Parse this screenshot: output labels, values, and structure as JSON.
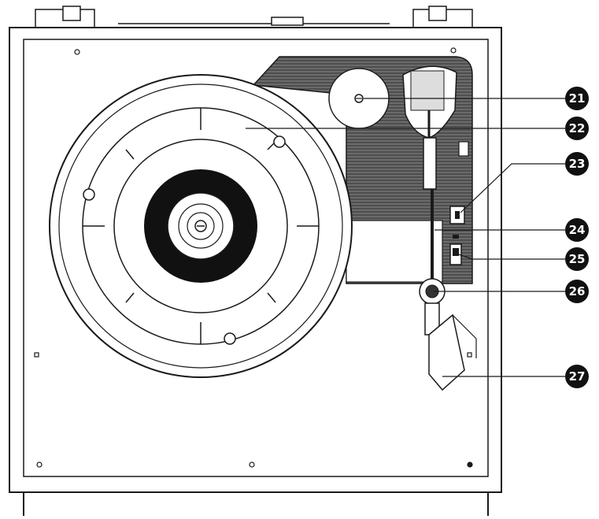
{
  "diagram": {
    "subject": "turntable-top-view",
    "colors": {
      "line": "#1a1a1a",
      "hatch_fill": "#5a5a5a",
      "record_label": "#111111",
      "callout_bg": "#111111",
      "callout_text": "#ffffff",
      "background": "#ffffff"
    },
    "callouts": [
      {
        "number": "21",
        "part": "tonearm-counterweight"
      },
      {
        "number": "22",
        "part": "platter"
      },
      {
        "number": "23",
        "part": "speed-selector-switch"
      },
      {
        "number": "24",
        "part": "tonearm"
      },
      {
        "number": "25",
        "part": "cue-lever"
      },
      {
        "number": "26",
        "part": "tonearm-pivot"
      },
      {
        "number": "27",
        "part": "cartridge-headshell"
      }
    ]
  }
}
